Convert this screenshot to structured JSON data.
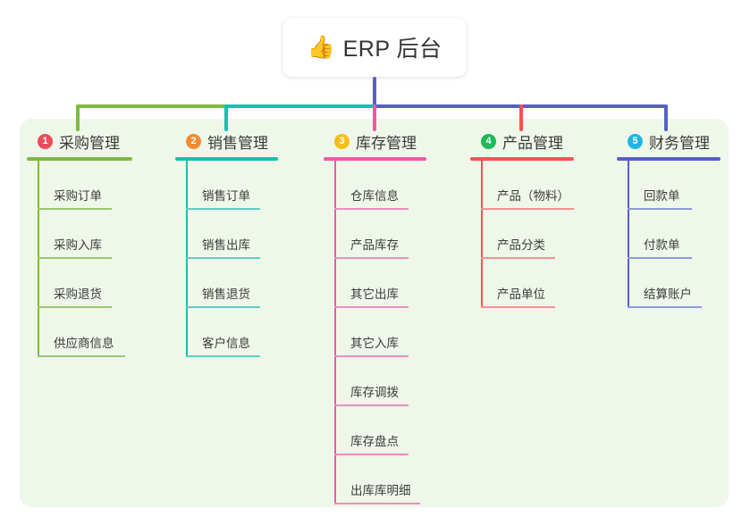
{
  "root": {
    "icon": "thumbs-up-icon",
    "emoji": "👍",
    "title": "ERP 后台"
  },
  "theme": {
    "page_background": "#ffffff",
    "panel_background": "#eef7e9",
    "root_card_background": "#ffffff",
    "text_color": "#3a3a3a"
  },
  "connectors": {
    "trunk_color": "#5661c4",
    "segments": [
      {
        "name": "green-segment",
        "color": "#7fb944"
      },
      {
        "name": "teal-segment",
        "color": "#12c2b0"
      },
      {
        "name": "blue-segment",
        "color": "#5661c4"
      }
    ]
  },
  "columns": [
    {
      "index": "1",
      "title": "采购管理",
      "color": "#7fb944",
      "badge_color": "#ef4a5a",
      "drop_color": "#7fb944",
      "items": [
        {
          "label": "采购订单"
        },
        {
          "label": "采购入库"
        },
        {
          "label": "采购退货"
        },
        {
          "label": "供应商信息"
        }
      ]
    },
    {
      "index": "2",
      "title": "销售管理",
      "color": "#12c2b0",
      "badge_color": "#f58a2e",
      "drop_color": "#12c2b0",
      "items": [
        {
          "label": "销售订单"
        },
        {
          "label": "销售出库"
        },
        {
          "label": "销售退货"
        },
        {
          "label": "客户信息"
        }
      ]
    },
    {
      "index": "3",
      "title": "库存管理",
      "color": "#ef59a4",
      "badge_color": "#f5be17",
      "drop_color": "#ef59a4",
      "items": [
        {
          "label": "仓库信息"
        },
        {
          "label": "产品库存"
        },
        {
          "label": "其它出库"
        },
        {
          "label": "其它入库"
        },
        {
          "label": "库存调拨"
        },
        {
          "label": "库存盘点"
        },
        {
          "label": "出库库明细"
        }
      ]
    },
    {
      "index": "4",
      "title": "产品管理",
      "color": "#f8534f",
      "badge_color": "#1eb95a",
      "drop_color": "#f8534f",
      "items": [
        {
          "label": "产品（物料）"
        },
        {
          "label": "产品分类"
        },
        {
          "label": "产品单位"
        }
      ]
    },
    {
      "index": "5",
      "title": "财务管理",
      "color": "#5661c4",
      "badge_color": "#22b4e6",
      "drop_color": "#5661c4",
      "items": [
        {
          "label": "回款单"
        },
        {
          "label": "付款单"
        },
        {
          "label": "结算账户"
        }
      ]
    }
  ]
}
